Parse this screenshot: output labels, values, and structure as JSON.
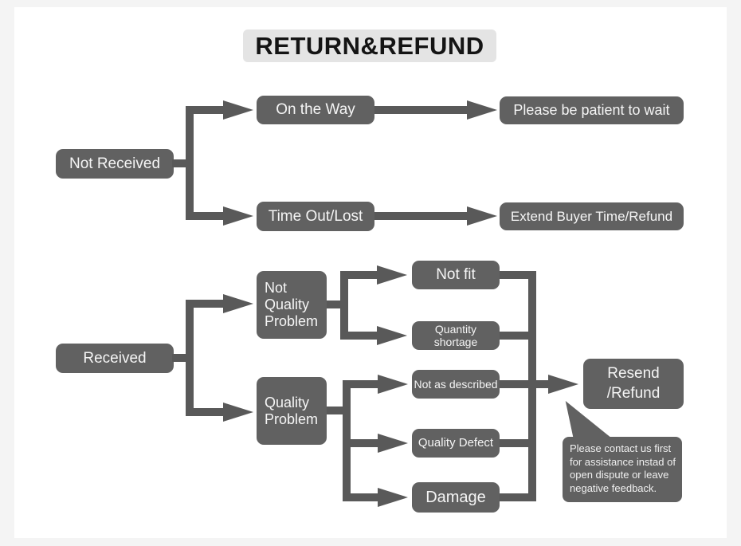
{
  "title": "RETURN&REFUND",
  "colors": {
    "node_fill": "#616161",
    "connector": "#595959",
    "node_text": "#f5f5f5",
    "title_bg": "#e4e4e4",
    "title_text": "#141414",
    "canvas": "#ffffff",
    "frame": "#f4f4f4"
  },
  "nodes": {
    "not_received": "Not Received",
    "on_the_way": "On the Way",
    "be_patient": "Please be patient to wait",
    "time_out_lost": "Time Out/Lost",
    "extend_time_refund": "Extend Buyer Time/Refund",
    "received": "Received",
    "not_quality_problem": "Not Quality Problem",
    "quality_problem": "Quality Problem",
    "not_fit": "Not fit",
    "quantity_shortage": "Quantity shortage",
    "not_as_described": "Not as described",
    "quality_defect": "Quality Defect",
    "damage": "Damage",
    "resend_refund": "Resend /Refund"
  },
  "callout": {
    "text": "Please contact us first for assistance instad of open dispute or leave negative feedback."
  },
  "edges": [
    {
      "from": "Not Received",
      "to": "On the Way"
    },
    {
      "from": "On the Way",
      "to": "Please be patient to wait"
    },
    {
      "from": "Not Received",
      "to": "Time Out/Lost"
    },
    {
      "from": "Time Out/Lost",
      "to": "Extend Buyer Time/Refund"
    },
    {
      "from": "Received",
      "to": "Not Quality Problem"
    },
    {
      "from": "Received",
      "to": "Quality Problem"
    },
    {
      "from": "Not Quality Problem",
      "to": "Not fit"
    },
    {
      "from": "Not Quality Problem",
      "to": "Quantity shortage"
    },
    {
      "from": "Quality Problem",
      "to": "Not as described"
    },
    {
      "from": "Quality Problem",
      "to": "Quality Defect"
    },
    {
      "from": "Quality Problem",
      "to": "Damage"
    },
    {
      "from": "Not fit",
      "to": "Resend /Refund"
    },
    {
      "from": "Quantity shortage",
      "to": "Resend /Refund"
    },
    {
      "from": "Not as described",
      "to": "Resend /Refund"
    },
    {
      "from": "Quality Defect",
      "to": "Resend /Refund"
    },
    {
      "from": "Damage",
      "to": "Resend /Refund"
    }
  ]
}
